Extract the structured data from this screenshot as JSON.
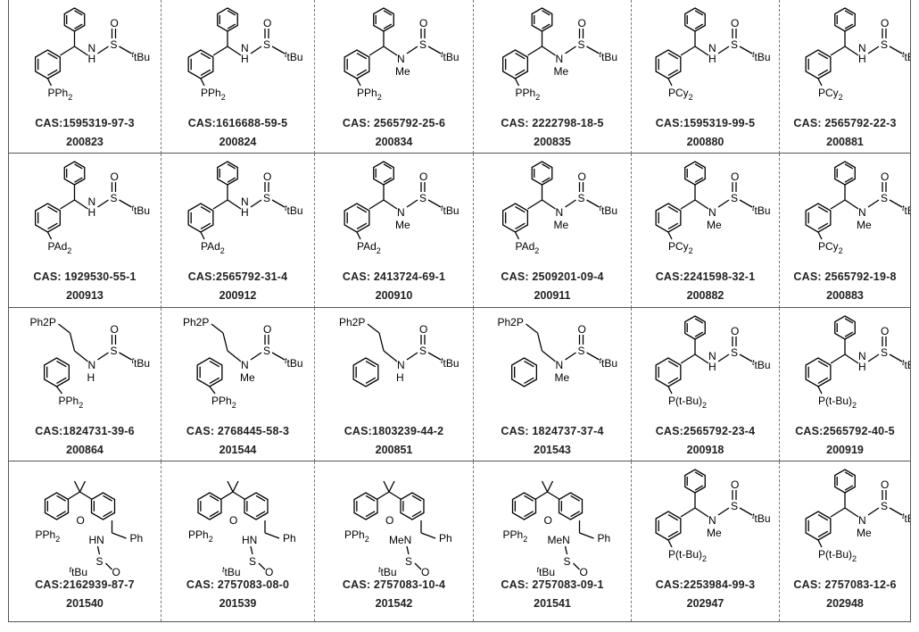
{
  "compounds": [
    {
      "type": "benzyl",
      "p": "PPh",
      "psub": "2",
      "n": "H",
      "s": "tBu",
      "cas": "CAS:1595319-97-3",
      "code": "200823"
    },
    {
      "type": "benzyl",
      "p": "PPh",
      "psub": "2",
      "n": "H",
      "s": "tBu",
      "cas": "CAS:1616688-59-5",
      "code": "200824"
    },
    {
      "type": "benzyl",
      "p": "PPh",
      "psub": "2",
      "n": "Me",
      "s": "tBu",
      "cas": "CAS: 2565792-25-6",
      "code": "200834"
    },
    {
      "type": "benzyl",
      "p": "PPh",
      "psub": "2",
      "n": "Me",
      "s": "tBu",
      "cas": "CAS: 2222798-18-5",
      "code": "200835"
    },
    {
      "type": "benzyl",
      "p": "PCy",
      "psub": "2",
      "n": "H",
      "s": "tBu",
      "cas": "CAS:1595319-99-5",
      "code": "200880"
    },
    {
      "type": "benzyl",
      "p": "PCy",
      "psub": "2",
      "n": "H",
      "s": "tBu",
      "cas": "CAS: 2565792-22-3",
      "code": "200881"
    },
    {
      "type": "benzyl",
      "p": "PAd",
      "psub": "2",
      "n": "H",
      "s": "tBu",
      "cas": "CAS: 1929530-55-1",
      "code": "200913"
    },
    {
      "type": "benzyl",
      "p": "PAd",
      "psub": "2",
      "n": "H",
      "s": "tBu",
      "cas": "CAS:2565792-31-4",
      "code": "200912"
    },
    {
      "type": "benzyl",
      "p": "PAd",
      "psub": "2",
      "n": "Me",
      "s": "tBu",
      "cas": "CAS: 2413724-69-1",
      "code": "200910"
    },
    {
      "type": "benzyl",
      "p": "PAd",
      "psub": "2",
      "n": "Me",
      "s": "tBu",
      "cas": "CAS: 2509201-09-4",
      "code": "200911"
    },
    {
      "type": "benzyl",
      "p": "PCy",
      "psub": "2",
      "n": "Me",
      "s": "tBu",
      "cas": "CAS:2241598-32-1",
      "code": "200882"
    },
    {
      "type": "benzyl",
      "p": "PCy",
      "psub": "2",
      "n": "Me",
      "s": "tBu",
      "cas": "CAS: 2565792-19-8",
      "code": "200883"
    },
    {
      "type": "ethyl",
      "top": "Ph2P",
      "p": "PPh",
      "psub": "2",
      "n": "H",
      "s": "tBu",
      "cas": "CAS:1824731-39-6",
      "code": "200864"
    },
    {
      "type": "ethyl",
      "top": "Ph2P",
      "p": "PPh",
      "psub": "2",
      "n": "Me",
      "s": "tBu",
      "cas": "CAS: 2768445-58-3",
      "code": "201544"
    },
    {
      "type": "ethyl",
      "top": "Ph2P",
      "p": "",
      "psub": "",
      "n": "H",
      "s": "tBu",
      "cas": "CAS:1803239-44-2",
      "code": "200851"
    },
    {
      "type": "ethyl",
      "top": "Ph2P",
      "p": "",
      "psub": "",
      "n": "Me",
      "s": "tBu",
      "cas": "CAS: 1824737-37-4",
      "code": "201543"
    },
    {
      "type": "benzyl",
      "p": "P(t-Bu)",
      "psub": "2",
      "n": "H",
      "s": "tBu",
      "cas": "CAS:2565792-23-4",
      "code": "200918"
    },
    {
      "type": "benzyl",
      "p": "P(t-Bu)",
      "psub": "2",
      "n": "H",
      "s": "tBu",
      "cas": "CAS:2565792-40-5",
      "code": "200919"
    },
    {
      "type": "xanthene",
      "p": "PPh",
      "psub": "2",
      "n": "HN",
      "ph": "Ph",
      "s": "tBu",
      "cas": "CAS:2162939-87-7",
      "code": "201540"
    },
    {
      "type": "xanthene",
      "p": "PPh",
      "psub": "2",
      "n": "HN",
      "ph": "Ph",
      "s": "tBu",
      "cas": "CAS: 2757083-08-0",
      "code": "201539"
    },
    {
      "type": "xanthene",
      "p": "PPh",
      "psub": "2",
      "n": "MeN",
      "ph": "Ph",
      "s": "tBu",
      "cas": "CAS: 2757083-10-4",
      "code": "201542"
    },
    {
      "type": "xanthene",
      "p": "PPh",
      "psub": "2",
      "n": "MeN",
      "ph": "Ph",
      "s": "tBu",
      "cas": "CAS: 2757083-09-1",
      "code": "201541"
    },
    {
      "type": "benzyl",
      "p": "P(t-Bu)",
      "psub": "2",
      "n": "Me",
      "s": "tBu",
      "cas": "CAS:2253984-99-3",
      "code": "202947"
    },
    {
      "type": "benzyl",
      "p": "P(t-Bu)",
      "psub": "2",
      "n": "Me",
      "s": "tBu",
      "cas": "CAS: 2757083-12-6",
      "code": "202948"
    }
  ]
}
